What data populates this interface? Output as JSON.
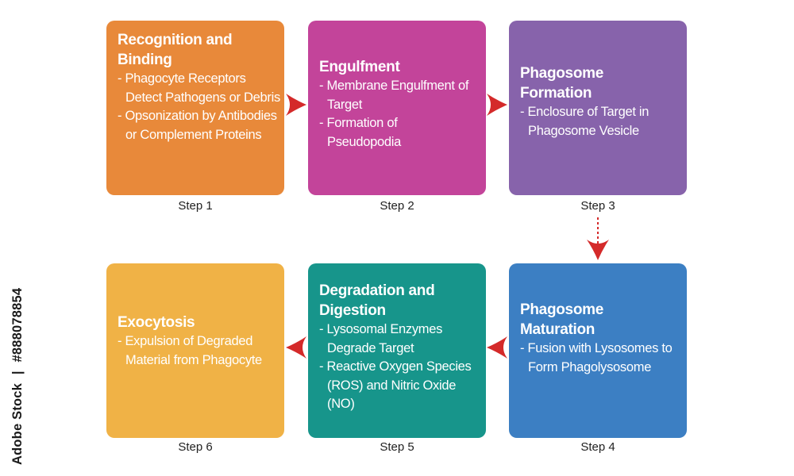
{
  "colors": {
    "step1": "#e8893a",
    "step2": "#c3449a",
    "step3": "#8763ab",
    "step4": "#3c7fc3",
    "step5": "#17958b",
    "step6": "#f0b246",
    "arrow": "#d42a2a"
  },
  "steps": [
    {
      "title": "Recognition and Binding",
      "items": [
        "- Phagocyte Receptors Detect Pathogens or Debris",
        "- Opsonization by Antibodies or Complement Proteins"
      ],
      "label": "Step 1"
    },
    {
      "title": "Engulfment",
      "items": [
        "- Membrane Engulfment of Target",
        "- Formation of Pseudopodia"
      ],
      "label": "Step 2"
    },
    {
      "title": "Phagosome Formation",
      "items": [
        "- Enclosure of Target in Phagosome Vesicle"
      ],
      "label": "Step 3"
    },
    {
      "title": "Phagosome Maturation",
      "items": [
        "- Fusion with Lysosomes to Form Phagolysosome"
      ],
      "label": "Step 4"
    },
    {
      "title": "Degradation and Digestion",
      "items": [
        "- Lysosomal Enzymes Degrade Target",
        "- Reactive Oxygen Species (ROS) and Nitric Oxide (NO)"
      ],
      "label": "Step 5"
    },
    {
      "title": "Exocytosis",
      "items": [
        "- Expulsion of Degraded Material from Phagocyte"
      ],
      "label": "Step 6"
    }
  ],
  "credit": {
    "brand": "Adobe Stock",
    "separator": "|",
    "id": "#888078854"
  }
}
